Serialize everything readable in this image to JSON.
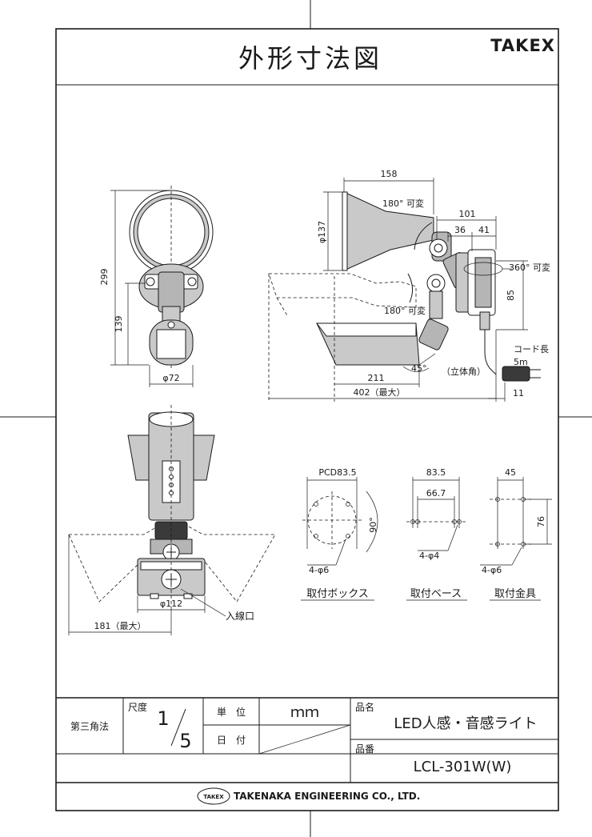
{
  "title": "外形寸法図",
  "brand": "TAKEX",
  "dimensions": {
    "front": {
      "height_total": "299",
      "height_lower": "139",
      "diameter": "φ72"
    },
    "side": {
      "width_head": "158",
      "head_diameter": "φ137",
      "rotate_head": "180° 可変",
      "width_box": "101",
      "box_depth_a": "36",
      "box_depth_b": "41",
      "rotate_box": "360° 可変",
      "box_height": "85",
      "rotate_neck": "180° 可変",
      "cord_label": "コード長",
      "cord_length": "5m",
      "sensor_angle": "45°",
      "solid_angle": "（立体角）",
      "w_211": "211",
      "w_max": "402（最大）",
      "w_11": "11"
    },
    "bottom": {
      "diameter": "φ112",
      "inlet": "入線口",
      "max": "181（最大）"
    }
  },
  "mounts": {
    "box": {
      "pcd": "PCD83.5",
      "angle": "90°",
      "holes": "4-φ6",
      "label": "取付ボックス"
    },
    "base": {
      "width": "83.5",
      "inner": "66.7",
      "holes": "4-φ4",
      "label": "取付ベース"
    },
    "bracket": {
      "width": "45",
      "height": "76",
      "holes": "4-φ6",
      "label": "取付金具"
    }
  },
  "title_block": {
    "projection": "第三角法",
    "scale_label": "尺度",
    "scale_num": "1",
    "scale_den": "5",
    "unit_label": "単　位",
    "unit_value": "ｍｍ",
    "date_label": "日　付",
    "product_name_label": "品名",
    "product_name": "LED人感・音感ライト",
    "product_no_label": "品番",
    "product_no": "LCL-301W(W)",
    "company_badge": "TAKEX",
    "company": "TAKENAKA ENGINEERING CO., LTD."
  }
}
